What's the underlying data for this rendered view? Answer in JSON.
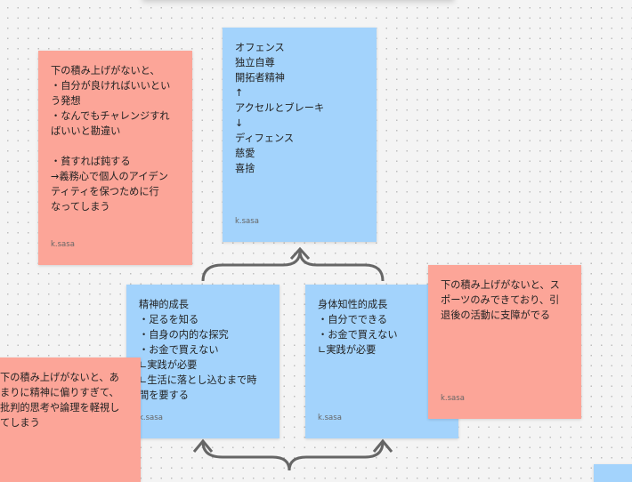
{
  "notes": {
    "top": {
      "lines": [
        "オフェンス",
        "独立自尊",
        "開拓者精神",
        "↑",
        "アクセルとブレーキ",
        "↓",
        "ディフェンス",
        "慈愛",
        "喜捨"
      ],
      "author": "k.sasa"
    },
    "left": {
      "lines": [
        "下の積み上げがないと、",
        "・自分が良ければいいとい",
        "う発想",
        "・なんでもチャレンジすれ",
        "ばいいと勘違い",
        "",
        "・貧すれば鈍する",
        "→義務心で個人のアイデン",
        "ティティを保つために行",
        "なってしまう"
      ],
      "author": "k.sasa"
    },
    "mid_left": {
      "lines": [
        "精神的成長",
        "・足るを知る",
        "・自身の内的な探究",
        "・お金で買えない",
        "∟実践が必要",
        "∟生活に落とし込むまで時",
        "間を要する"
      ],
      "author": "k.sasa"
    },
    "mid_right": {
      "lines": [
        "身体知性的成長",
        "・自分でできる",
        "・お金で買えない",
        "∟実践が必要"
      ],
      "author": "k.sasa"
    },
    "right": {
      "lines": [
        "下の積み上げがないと、ス",
        "ポーツのみできており、引",
        "退後の活動に支障がでる"
      ],
      "author": "k.sasa"
    },
    "bottom_left": {
      "lines": [
        "下の積み上げがないと、あ",
        "まりに精神に偏りすぎて、",
        "批判的思考や論理を軽視し",
        "てしまう"
      ]
    }
  },
  "colors": {
    "blue": "#a3d3fc",
    "pink": "#fca598",
    "connector": "#666666"
  }
}
